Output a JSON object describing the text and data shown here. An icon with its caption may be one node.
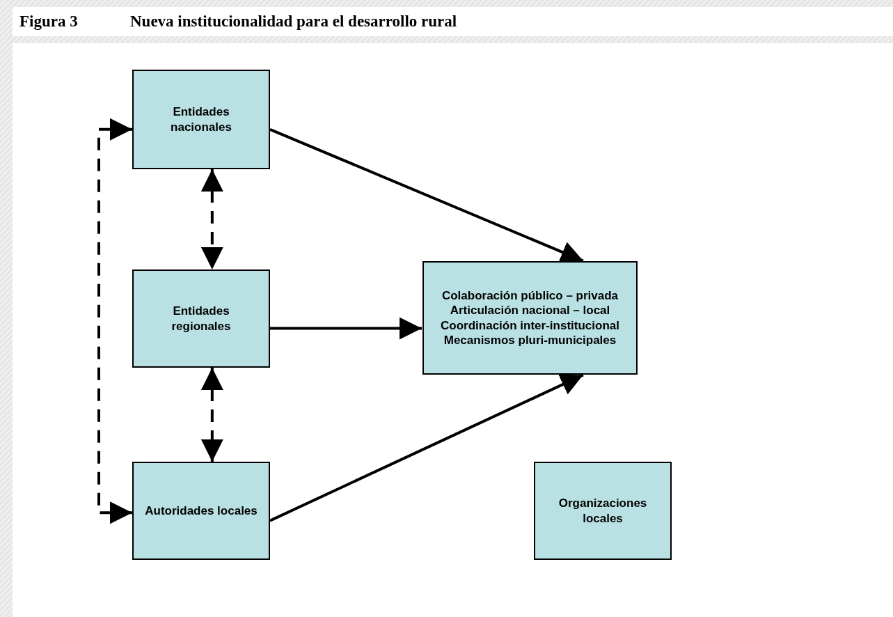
{
  "diagram": {
    "title": "Nueva institucionalidad para el desarrollo rural",
    "nodes": [
      {
        "text": [
          "Entidades nacionales"
        ]
      },
      {
        "text": [
          "Entidades regionales"
        ]
      },
      {
        "text": [
          "Colaboración público – privada",
          "Articulación nacional – local",
          "Coordinación inter-institucional",
          "Mecanismos pluri-municipales"
        ]
      },
      {
        "text": [
          "Autoridades locales"
        ]
      },
      {
        "text": [
          "Organizaciones locales"
        ]
      }
    ],
    "edges": [
      {
        "from": 0,
        "to": 2,
        "arrow": "to"
      },
      {
        "from": 1,
        "to": 2,
        "arrow": "to"
      },
      {
        "from": 3,
        "to": 2,
        "arrow": "to"
      },
      {
        "from": 0,
        "to": 1,
        "arrow": "both",
        "style": "dashed"
      },
      {
        "from": 1,
        "to": 3,
        "arrow": "both",
        "style": "dashed"
      },
      {
        "from": 0,
        "to": 3,
        "arrow": "both",
        "style": "dashed"
      }
    ],
    "labels": [
      "Figura 3"
    ]
  }
}
